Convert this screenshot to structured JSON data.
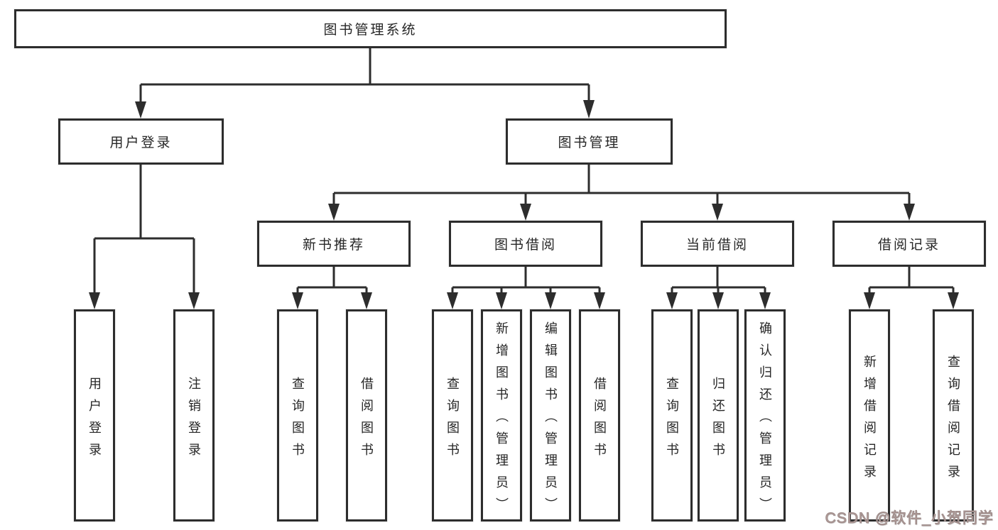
{
  "root": {
    "label": "图书管理系统"
  },
  "level1": [
    {
      "label": "用户登录"
    },
    {
      "label": "图书管理"
    }
  ],
  "level2": [
    {
      "label": "新书推荐"
    },
    {
      "label": "图书借阅"
    },
    {
      "label": "当前借阅"
    },
    {
      "label": "借阅记录"
    }
  ],
  "leaves": {
    "user_login": [
      "用户登录",
      "注销登录"
    ],
    "new_book": [
      "查询图书",
      "借阅图书"
    ],
    "book_borrow": [
      "查询图书",
      "新增图书（管理员）",
      "编辑图书（管理员）",
      "借阅图书"
    ],
    "current_borrow": [
      "查询图书",
      "归还图书",
      "确认归还（管理员）"
    ],
    "borrow_record": [
      "新增借阅记录",
      "查询借阅记录"
    ]
  },
  "watermark": {
    "text": "CSDN @软件_小贺同学"
  },
  "colors": {
    "line": "#2d2d2d",
    "box_border": "#2d2d2d",
    "text": "#262626",
    "background": "#ffffff",
    "watermark": "#9b8a88"
  }
}
